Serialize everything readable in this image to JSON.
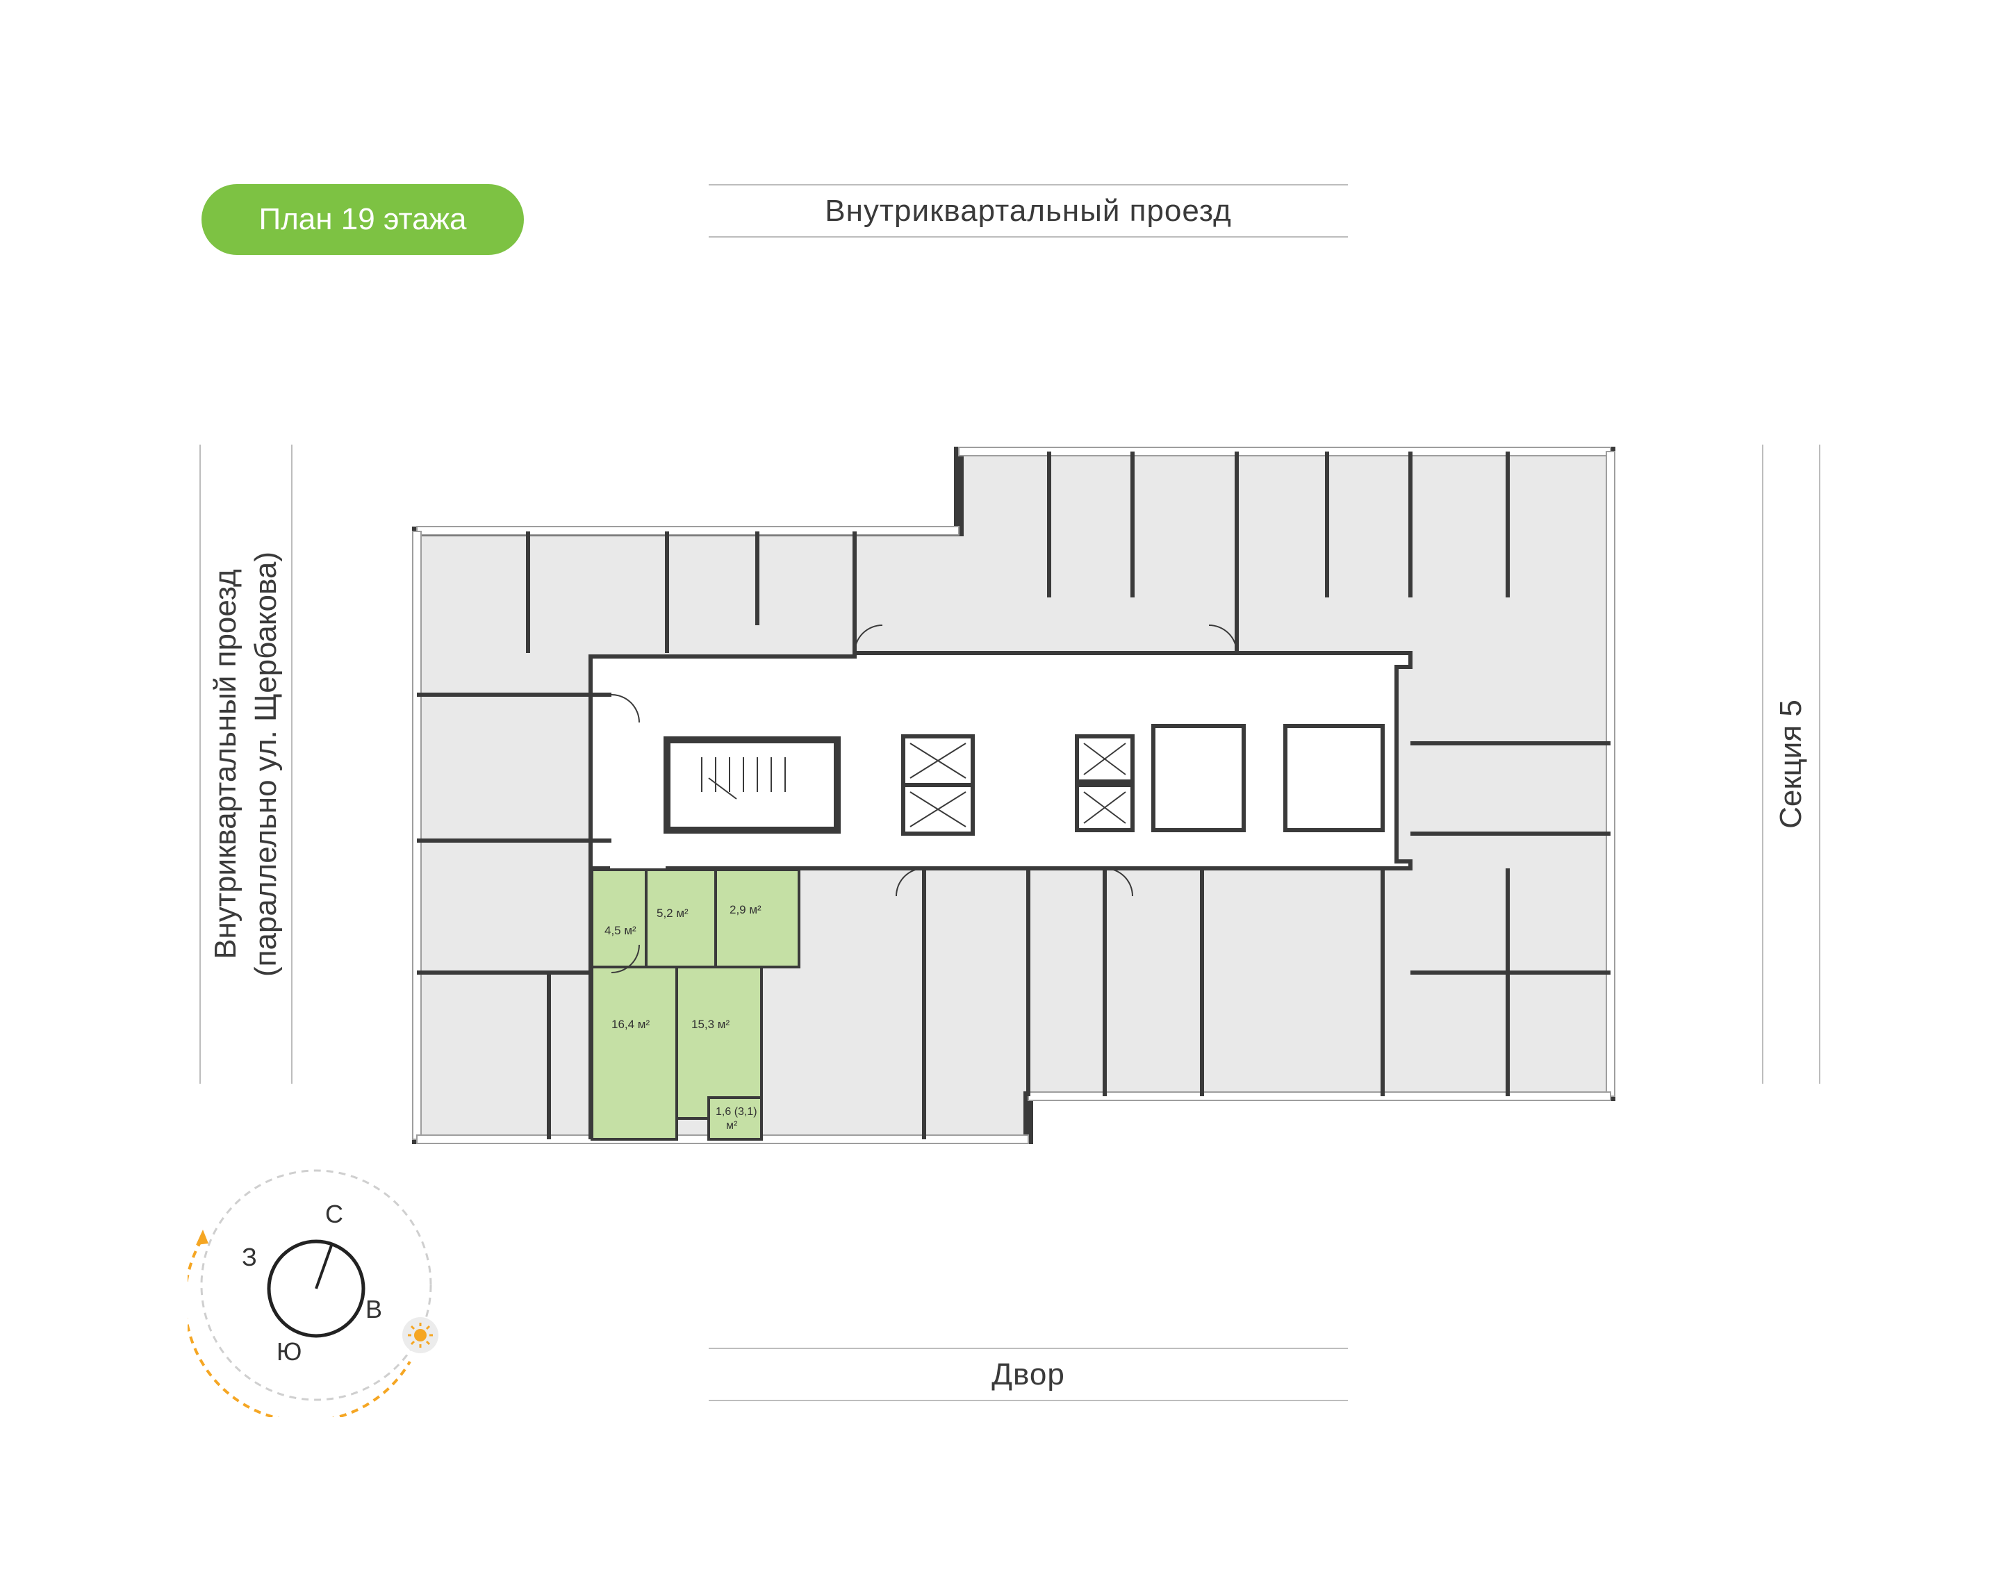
{
  "title": "План 19 этажа",
  "streets": {
    "top": "Внутриквартальный проезд",
    "bottom": "Двор",
    "left_line1": "Внутриквартальный проезд",
    "left_line2": "(параллельно ул. Щербакова)",
    "right": "Секция 5"
  },
  "apartment": {
    "highlight_color": "#c5e0a5",
    "rooms": [
      {
        "label": "4,5 м²"
      },
      {
        "label": "5,2 м²"
      },
      {
        "label": "2,9 м²"
      },
      {
        "label": "16,4 м²"
      },
      {
        "label": "15,3 м²"
      },
      {
        "label": "1,6 (3,1)"
      },
      {
        "label": "м²"
      }
    ]
  },
  "compass": {
    "north": "С",
    "west": "З",
    "east": "В",
    "south": "Ю",
    "sun_icon": "sun-icon",
    "arc_color": "#f5a623"
  },
  "colors": {
    "accent": "#7dc243",
    "room_fill": "#e9e9e9",
    "wall": "#3a3a3a"
  }
}
